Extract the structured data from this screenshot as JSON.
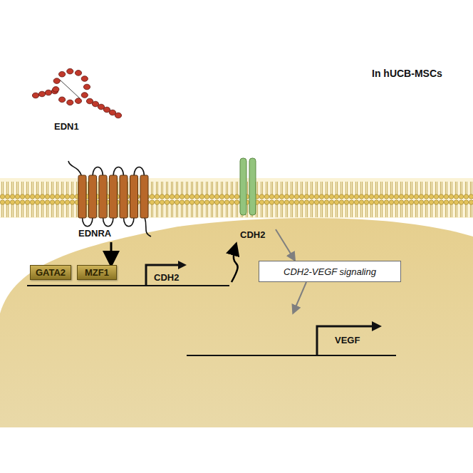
{
  "diagram": {
    "nodes": [
      {
        "text": [
          "EDNRA"
        ]
      },
      {
        "text": [
          "CDH2"
        ]
      },
      {
        "text": [
          "GATA2"
        ]
      },
      {
        "text": [
          "MZF1"
        ]
      },
      {
        "text": [
          "CDH2"
        ]
      },
      {
        "text": [
          "CDH2-VEGF signaling"
        ]
      },
      {
        "text": [
          "VEGF"
        ]
      }
    ],
    "edges": [
      {
        "from": 0,
        "to": 3,
        "arrow": "to"
      },
      {
        "from": 4,
        "to": 1,
        "arrow": "to"
      },
      {
        "from": 1,
        "to": 5,
        "arrow": "to"
      },
      {
        "from": 5,
        "to": 6,
        "arrow": "to"
      }
    ],
    "labels": [
      "In hUCB-MSCs",
      "EDN1"
    ]
  }
}
